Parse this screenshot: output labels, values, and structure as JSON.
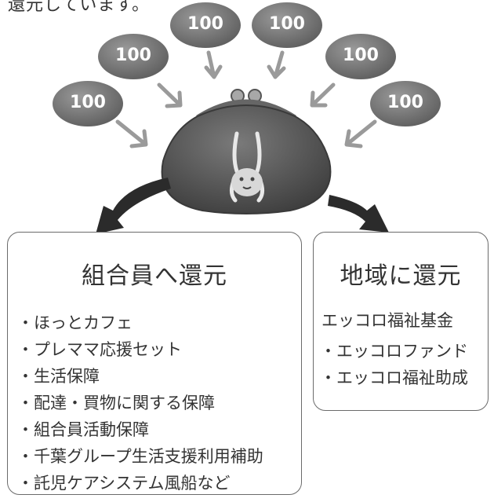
{
  "intro_text": "還元しています。",
  "coins": [
    {
      "value": "100"
    },
    {
      "value": "100"
    },
    {
      "value": "100"
    },
    {
      "value": "100"
    },
    {
      "value": "100"
    },
    {
      "value": "100"
    }
  ],
  "members_box": {
    "title": "組合員へ還元",
    "items": [
      "・ほっとカフェ",
      "・プレママ応援セット",
      "・生活保障",
      "・配達・買物に関する保障",
      "・組合員活動保障",
      "・千葉グループ生活支援利用補助",
      "・託児ケアシステム風船など"
    ]
  },
  "region_box": {
    "title": "地域に還元",
    "subtitle": "エッコロ福祉基金",
    "items": [
      "・エッコロファンド",
      "・エッコロ福祉助成"
    ]
  },
  "colors": {
    "coin": "#808080",
    "arrow": "#9a9a9a",
    "purse": "#5a5a5a",
    "big_arrow": "#2b2b2b",
    "border": "#6b6b6b"
  }
}
